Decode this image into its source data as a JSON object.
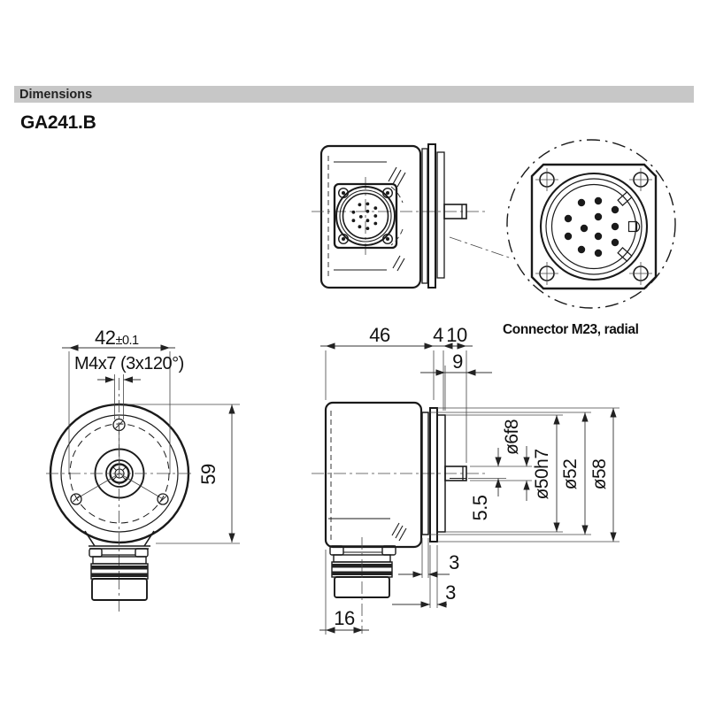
{
  "header": {
    "section_title": "Dimensions"
  },
  "page": {
    "product_title": "GA241.B"
  },
  "connector_detail": {
    "caption": "Connector M23, radial"
  },
  "front_view": {
    "bolt_circle": "42",
    "bolt_circle_tol": "±0.1",
    "mounting_screws": "M4x7 (3x120°)",
    "housing_height": "59"
  },
  "side_view": {
    "body_length": "46",
    "flange_thickness": "4",
    "shaft_protrusion": "10",
    "shaft_usable": "9",
    "shaft_flat": "5.5",
    "shaft_diameter": "ø6f8",
    "spigot_diameter": "ø50h7",
    "ring_diameter": "ø52",
    "flange_diameter": "ø58",
    "plate_front_thickness": "3",
    "plate_rear_thickness": "3",
    "connector_axis_offset": "16"
  },
  "colors": {
    "header_bar_bg": "#c7c7c7",
    "line": "#1a1a1a",
    "background": "#ffffff"
  }
}
